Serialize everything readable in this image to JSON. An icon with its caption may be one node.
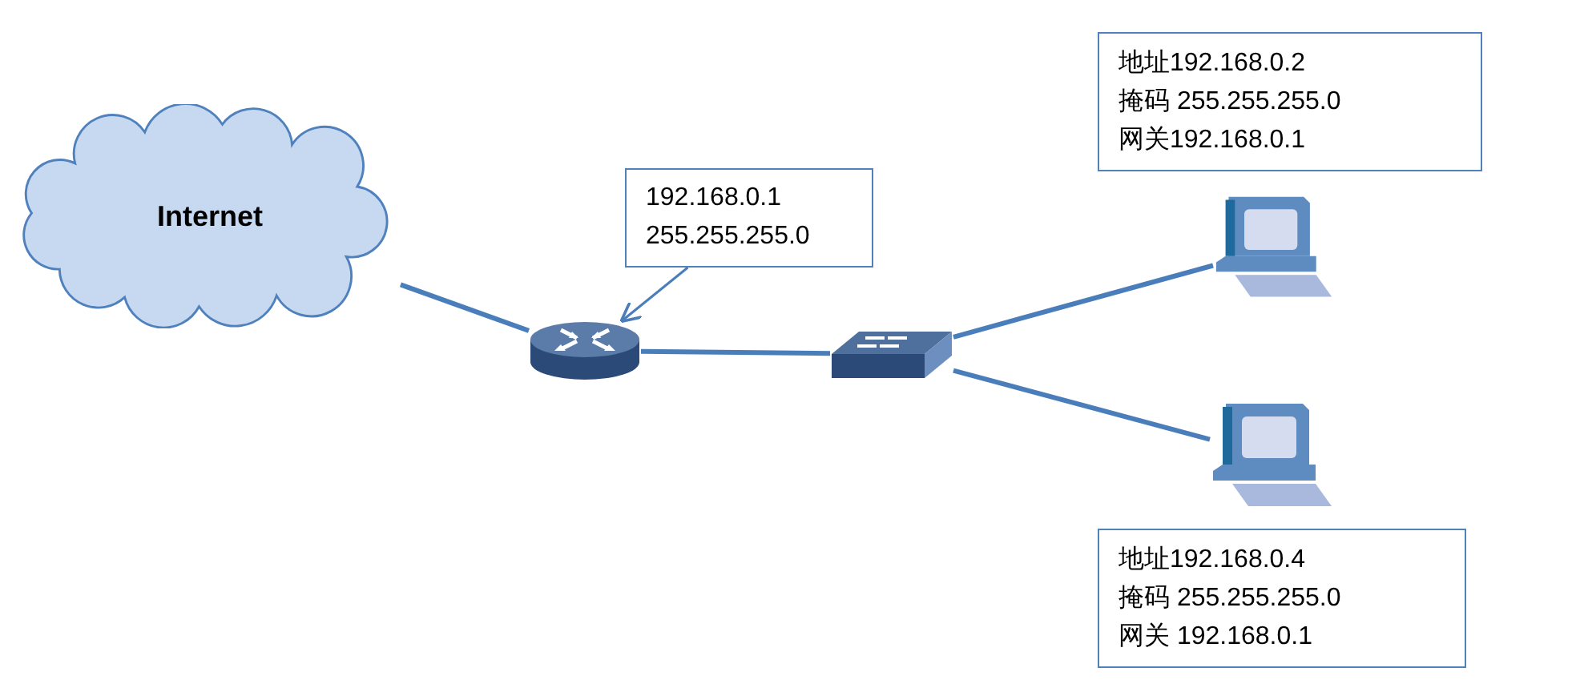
{
  "diagram": {
    "nodes": [
      {
        "text": [
          "Internet"
        ]
      },
      {
        "text": [],
        "shape": "cylinder"
      },
      {
        "text": [
          "192.168.0.1",
          "255.255.255.0"
        ]
      },
      {
        "text": [],
        "shape": "picture"
      },
      {
        "text": [],
        "shape": "picture"
      },
      {
        "text": [],
        "shape": "picture"
      },
      {
        "text": [
          "地址192.168.0.2",
          "掩码 255.255.255.0",
          "网关192.168.0.1"
        ]
      },
      {
        "text": [
          "地址192.168.0.4",
          "掩码 255.255.255.0",
          "网关 192.168.0.1"
        ]
      }
    ],
    "edges": [
      {
        "from": 0,
        "to": 1,
        "arrow": "none"
      },
      {
        "from": 1,
        "to": 3,
        "arrow": "none"
      },
      {
        "from": 3,
        "to": 4,
        "arrow": "none"
      },
      {
        "from": 3,
        "to": 5,
        "arrow": "none"
      },
      {
        "from": 2,
        "to": 1,
        "arrow": "to"
      }
    ]
  }
}
